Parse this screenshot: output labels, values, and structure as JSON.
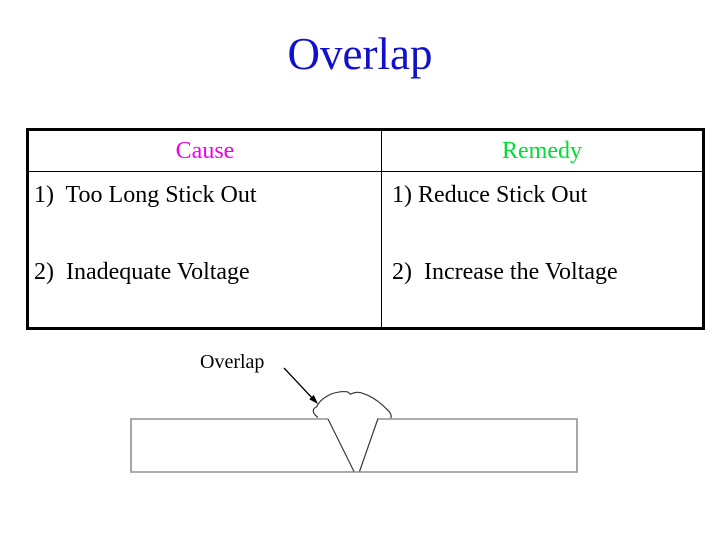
{
  "slide": {
    "title": "Overlap",
    "background": "#ffffff"
  },
  "colors": {
    "title_text": "#1111cc",
    "cause_header": "#ee00ee",
    "remedy_header": "#00dd33",
    "body_text": "#000000",
    "plate_outline": "#909090",
    "weld_outline": "#3a3a3a"
  },
  "table": {
    "columns": [
      {
        "header": "Cause",
        "items": [
          "1)  Too Long Stick Out",
          "2)  Inadequate Voltage"
        ]
      },
      {
        "header": "Remedy",
        "items": [
          "1) Reduce Stick Out",
          "2)  Increase the Voltage"
        ]
      }
    ]
  },
  "diagram": {
    "label": "Overlap"
  }
}
